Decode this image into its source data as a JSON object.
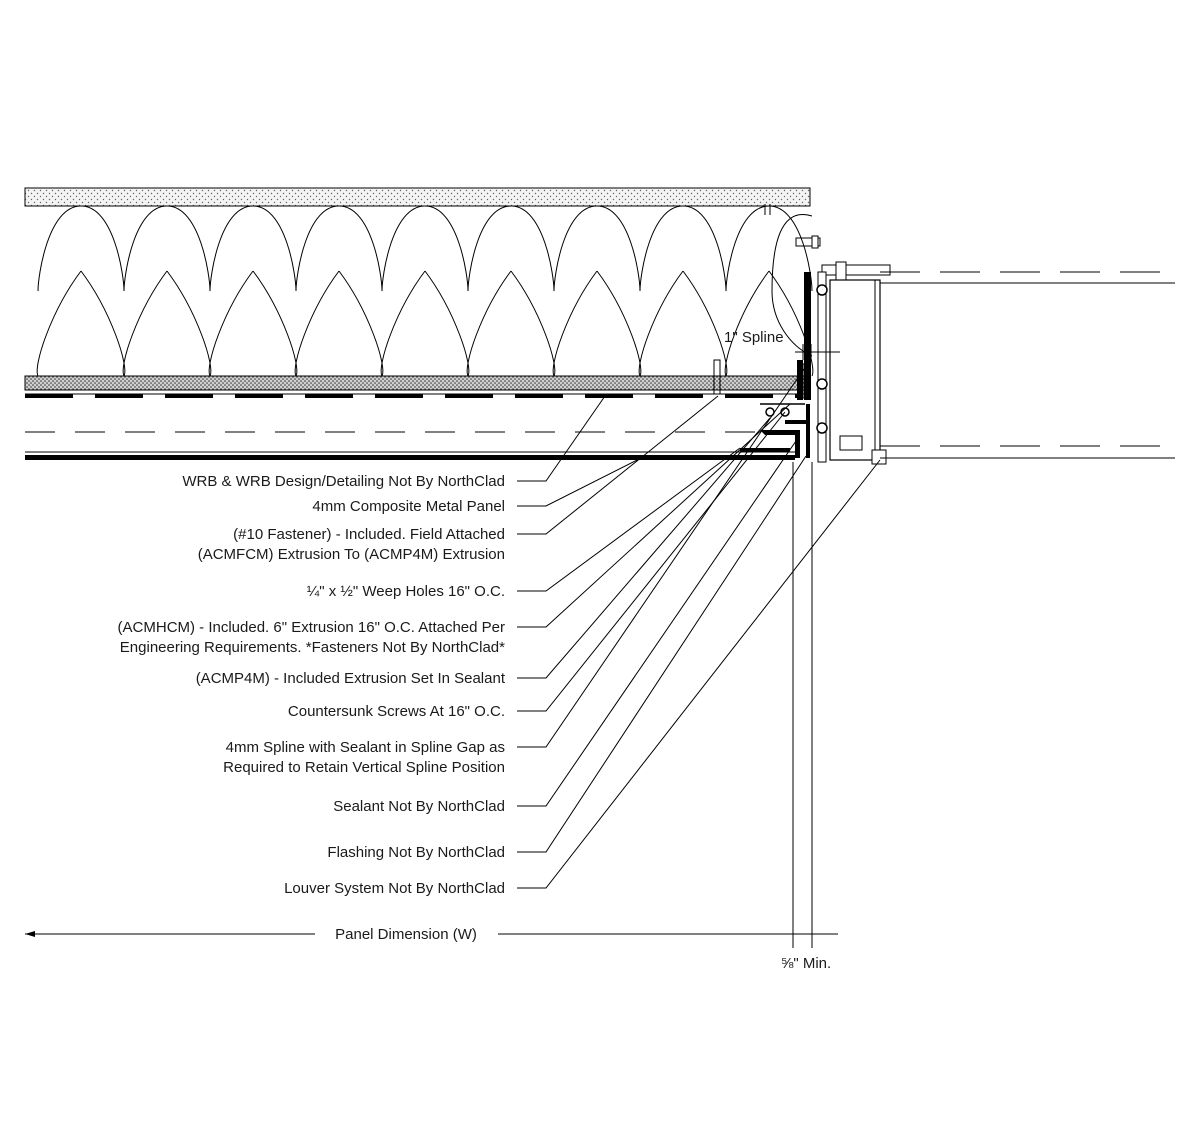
{
  "drawing": {
    "spline_label": "1\" Spline",
    "dimension_label": "Panel Dimension (W)",
    "gap_label": "⅝\" Min."
  },
  "callouts": [
    {
      "id": "wrb",
      "lines": [
        "WRB & WRB Design/Detailing Not By NorthClad"
      ]
    },
    {
      "id": "panel",
      "lines": [
        "4mm Composite Metal Panel"
      ]
    },
    {
      "id": "fastener",
      "lines": [
        "(#10 Fastener) - Included. Field Attached",
        "(ACMFCM) Extrusion To (ACMP4M) Extrusion"
      ]
    },
    {
      "id": "weep",
      "lines": [
        "¼\" x ½\" Weep Holes 16\" O.C."
      ]
    },
    {
      "id": "acmhcm",
      "lines": [
        "(ACMHCM) - Included. 6\" Extrusion 16\" O.C. Attached Per",
        "Engineering Requirements. *Fasteners Not By NorthClad*"
      ]
    },
    {
      "id": "acmp4m",
      "lines": [
        "(ACMP4M) - Included Extrusion Set In Sealant"
      ]
    },
    {
      "id": "screws",
      "lines": [
        "Countersunk Screws At 16\" O.C."
      ]
    },
    {
      "id": "spline",
      "lines": [
        "4mm Spline with Sealant in Spline Gap as",
        "Required to Retain Vertical Spline Position"
      ]
    },
    {
      "id": "sealant",
      "lines": [
        "Sealant Not By NorthClad"
      ]
    },
    {
      "id": "flashing",
      "lines": [
        "Flashing Not By NorthClad"
      ]
    },
    {
      "id": "louver",
      "lines": [
        "Louver System Not By NorthClad"
      ]
    }
  ]
}
